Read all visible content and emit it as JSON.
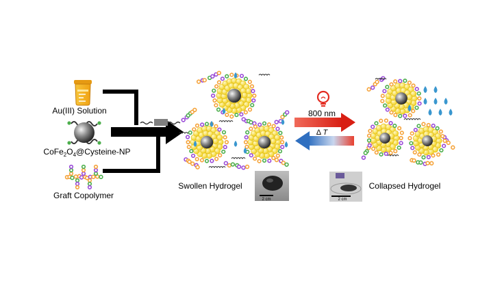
{
  "inputs": {
    "au_solution": "Au(III) Solution",
    "nanoparticle_prefix": "CoFe",
    "nanoparticle_sub1": "2",
    "nanoparticle_mid": "O",
    "nanoparticle_sub2": "4",
    "nanoparticle_suffix": "@Cysteine-NP",
    "graft_copolymer": "Graft Copolymer"
  },
  "states": {
    "swollen": "Swollen Hydrogel",
    "collapsed": "Collapsed Hydrogel"
  },
  "transitions": {
    "forward": "800 nm",
    "reverse_symbol": "Δ",
    "reverse_var": "T"
  },
  "scale_bars": {
    "swollen": "2 cm",
    "collapsed": "2 cm"
  },
  "colors": {
    "forward_arrow": "#e32a1f",
    "reverse_arrow_cool": "#2f6fc0",
    "reverse_arrow_warm": "#e8402f",
    "gold": "#f5de3a",
    "nanoparticle": "#555555",
    "water_drop": "#3a97cf",
    "polymer_orange": "#f5a33a",
    "polymer_purple": "#9a4ad8",
    "polymer_green": "#4cae4c"
  },
  "icons": [
    "beaker-icon",
    "nanoparticle-icon",
    "polymer-icon",
    "lightbulb-icon",
    "photo-thumbnail"
  ]
}
